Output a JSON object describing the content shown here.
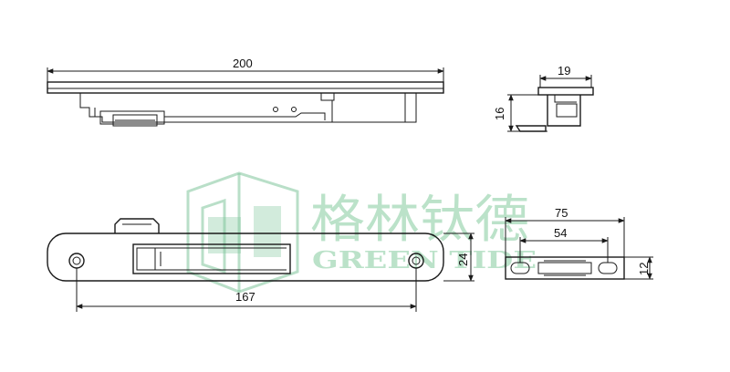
{
  "watermark": {
    "chinese": "格林钛德",
    "english": "GREEN TIDE",
    "color": "#7fc59b"
  },
  "dimensions": {
    "top_length": "200",
    "side_width": "19",
    "side_height": "16",
    "bottom_length": "167",
    "bottom_height": "24",
    "keeper_outer": "75",
    "keeper_inner": "54",
    "keeper_height": "12"
  },
  "line_color": "#1a1a1a"
}
